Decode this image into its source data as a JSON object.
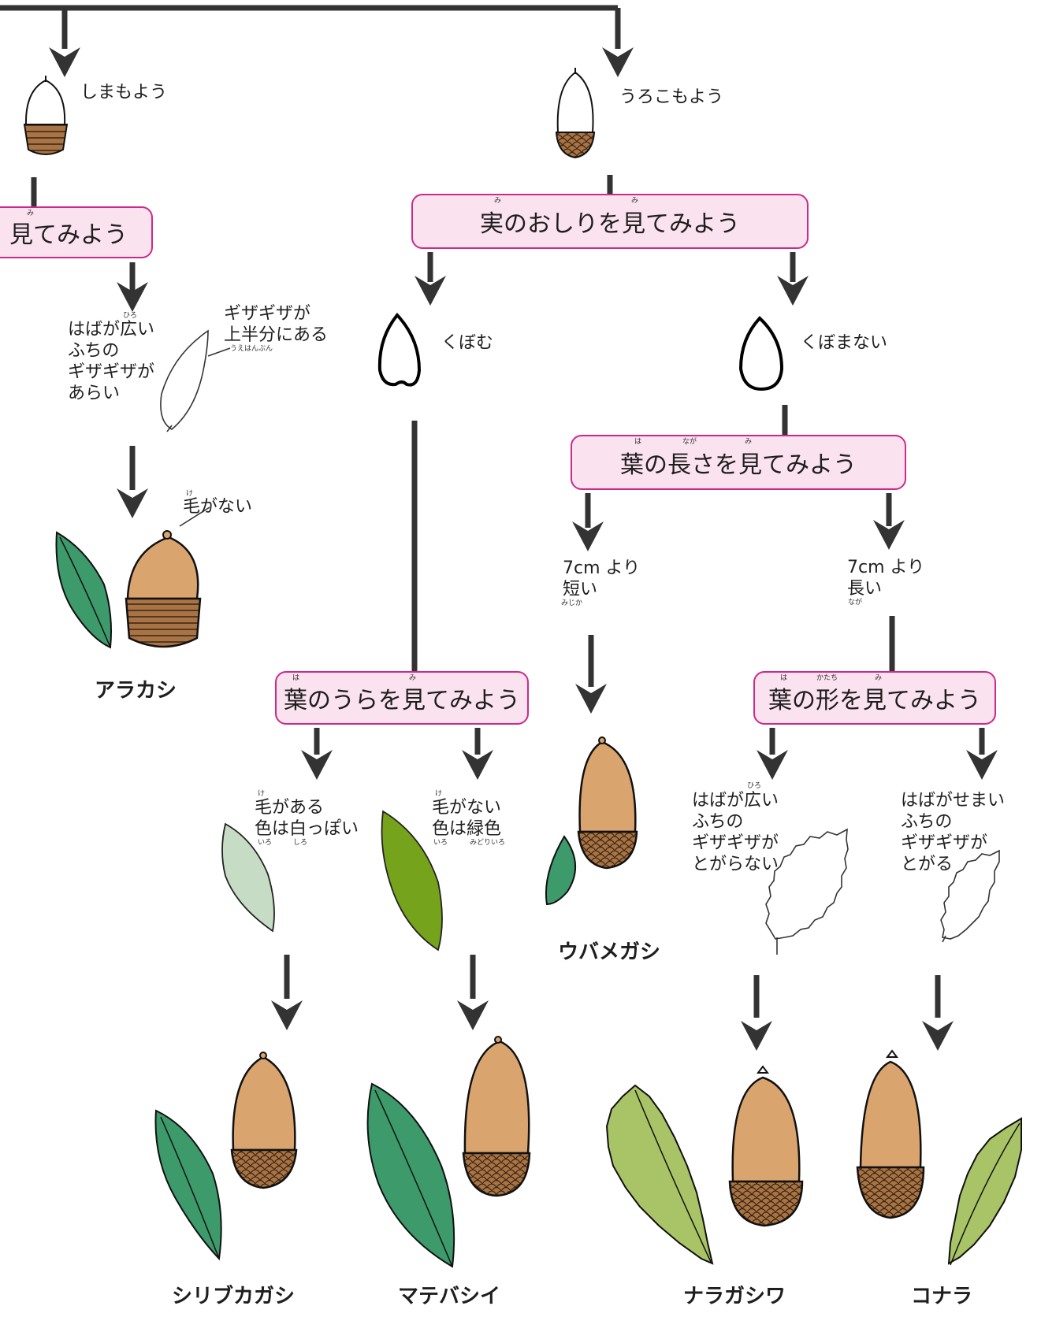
{
  "questions": {
    "left_partial": "見てみよう",
    "bottom": "実のおしりを見てみよう",
    "leaf_length": "葉の長さを見てみよう",
    "leaf_underside": "葉のうらを見てみよう",
    "leaf_shape": "葉の形を見てみよう"
  },
  "ruby": {
    "mi": "み",
    "ha": "は",
    "naga": "なが",
    "katachi": "かたち",
    "hiro": "ひろ",
    "uehanbun": "うえはんぶん",
    "ke": "け",
    "mijika": "みじか",
    "iro": "いろ",
    "shiro": "しろ",
    "midoriiro": "みどりいろ"
  },
  "options": {
    "stripe": "しまもよう",
    "scale": "うろこもよう",
    "dented": "くぼむ",
    "not_dented": "くぼまない",
    "arakashi_leaf": "はばが広い\nふちの\nギザギザが\nあらい",
    "arakashi_serration": "ギザギザが\n上半分にある",
    "arakashi_hair": "毛がない",
    "short": "7cm より\n短い",
    "long": "7cm より\n長い",
    "hairy": "毛がある\n色は白っぽい",
    "hairless": "毛がない\n色は緑色",
    "wide": "はばが広い\nふちの\nギザギザが\nとがらない",
    "narrow": "はばがせまい\nふちの\nギザギザが\nとがる"
  },
  "species": {
    "arakashi": "アラカシ",
    "ubamegashi": "ウバメガシ",
    "shiribukagashi": "シリブカガシ",
    "matebashii": "マテバシイ",
    "naragashiwa": "ナラガシワ",
    "konara": "コナラ"
  },
  "colors": {
    "box_fill": "#fbe2ef",
    "box_border": "#cc2a8a",
    "arrow": "#333333",
    "acorn": "#d9a46e",
    "cup": "#a87445",
    "leaf_dark": "#3d9a6a",
    "leaf_light": "#a8c466",
    "leaf_pale": "#c6dcc4",
    "leaf_olive": "#76a31c"
  }
}
